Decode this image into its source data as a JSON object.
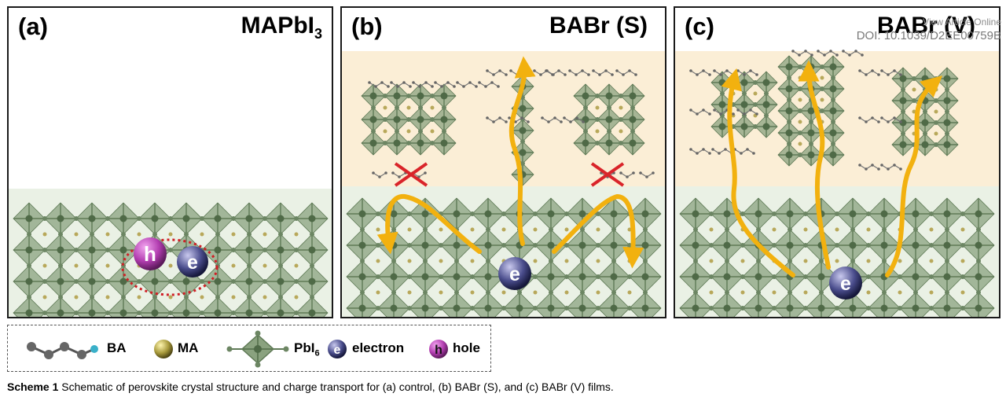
{
  "panels": [
    {
      "label": "(a)",
      "title": "MAPbI",
      "title_sub": "3"
    },
    {
      "label": "(b)",
      "title": "BABr (S)"
    },
    {
      "label": "(c)",
      "title": "BABr (V)"
    }
  ],
  "watermark": {
    "line1": "View Article Online",
    "line2": "DOI: 10.1039/D2EE00759B"
  },
  "particle_letters": {
    "hole": "h",
    "electron": "e"
  },
  "legend": {
    "ba": "BA",
    "ma": "MA",
    "pb_main": "PbI",
    "pb_sub": "6",
    "electron": "electron",
    "hole": "hole"
  },
  "caption": {
    "label": "Scheme 1",
    "text": " Schematic of perovskite crystal structure and charge transport for (a) control, (b) BABr (S), and (c) BABr (V) films."
  },
  "colors": {
    "octahedron": "#8aa27f",
    "octahedron_dark": "#5f7a56",
    "arrow": "#f2b10f",
    "cross": "#d9242a",
    "bottom_bg": "#e9f1e4",
    "top_bg": "#fbeed2"
  }
}
